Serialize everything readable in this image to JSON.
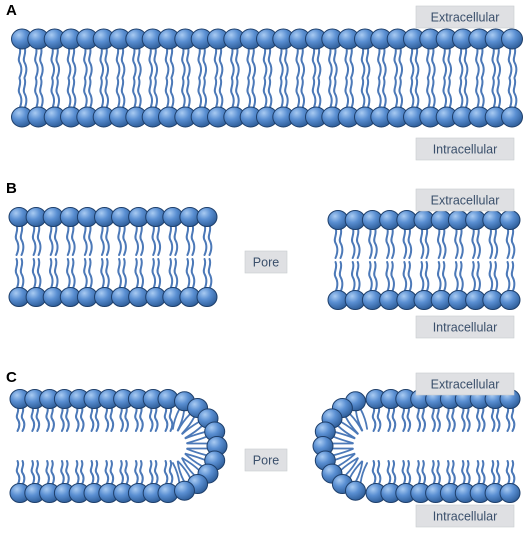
{
  "panels": [
    {
      "letter": "A",
      "labels": {
        "top": "Extracellular",
        "bottom": "Intracellular"
      }
    },
    {
      "letter": "B",
      "labels": {
        "top": "Extracellular",
        "middle": "Pore",
        "bottom": "Intracellular"
      }
    },
    {
      "letter": "C",
      "labels": {
        "top": "Extracellular",
        "middle": "Pore",
        "bottom": "Intracellular"
      }
    }
  ],
  "colors": {
    "head_fill": "#5a8fd2",
    "head_stroke": "#1e3f6b",
    "tail": "#4c79b8"
  }
}
